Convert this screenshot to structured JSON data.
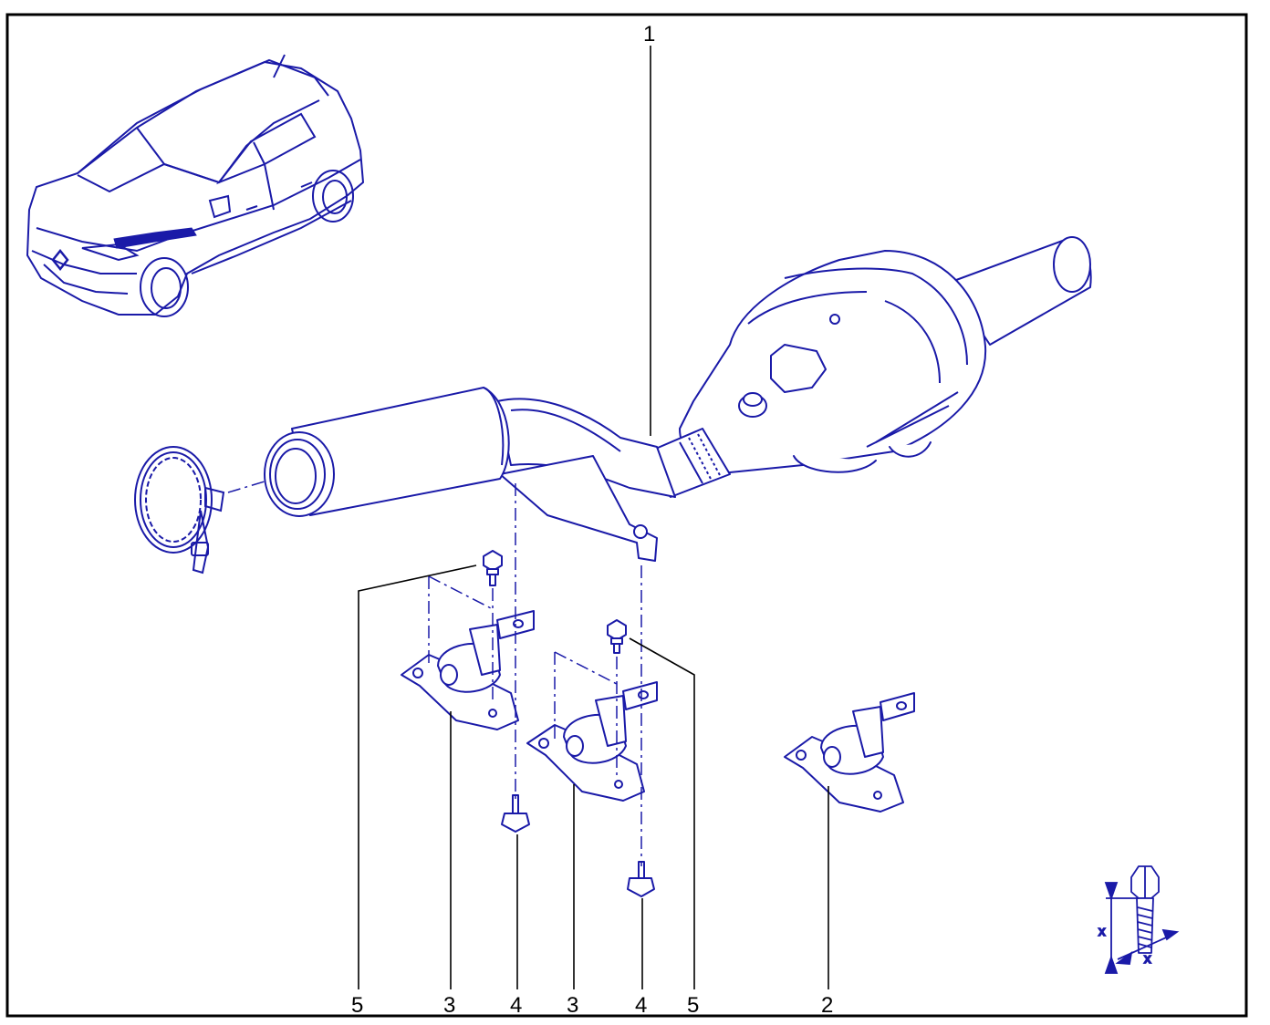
{
  "colors": {
    "ink": "#1a1aa8",
    "frame": "#000000",
    "callout": "#000000",
    "background": "#ffffff"
  },
  "callouts": [
    {
      "id": "callout-1",
      "label": "1"
    },
    {
      "id": "callout-5a",
      "label": "5"
    },
    {
      "id": "callout-3a",
      "label": "3"
    },
    {
      "id": "callout-4a",
      "label": "4"
    },
    {
      "id": "callout-3b",
      "label": "3"
    },
    {
      "id": "callout-4b",
      "label": "4"
    },
    {
      "id": "callout-5b",
      "label": "5"
    },
    {
      "id": "callout-2",
      "label": "2"
    }
  ],
  "bolt_symbol": {
    "dimension_label_1": "x",
    "dimension_label_2": "x"
  }
}
